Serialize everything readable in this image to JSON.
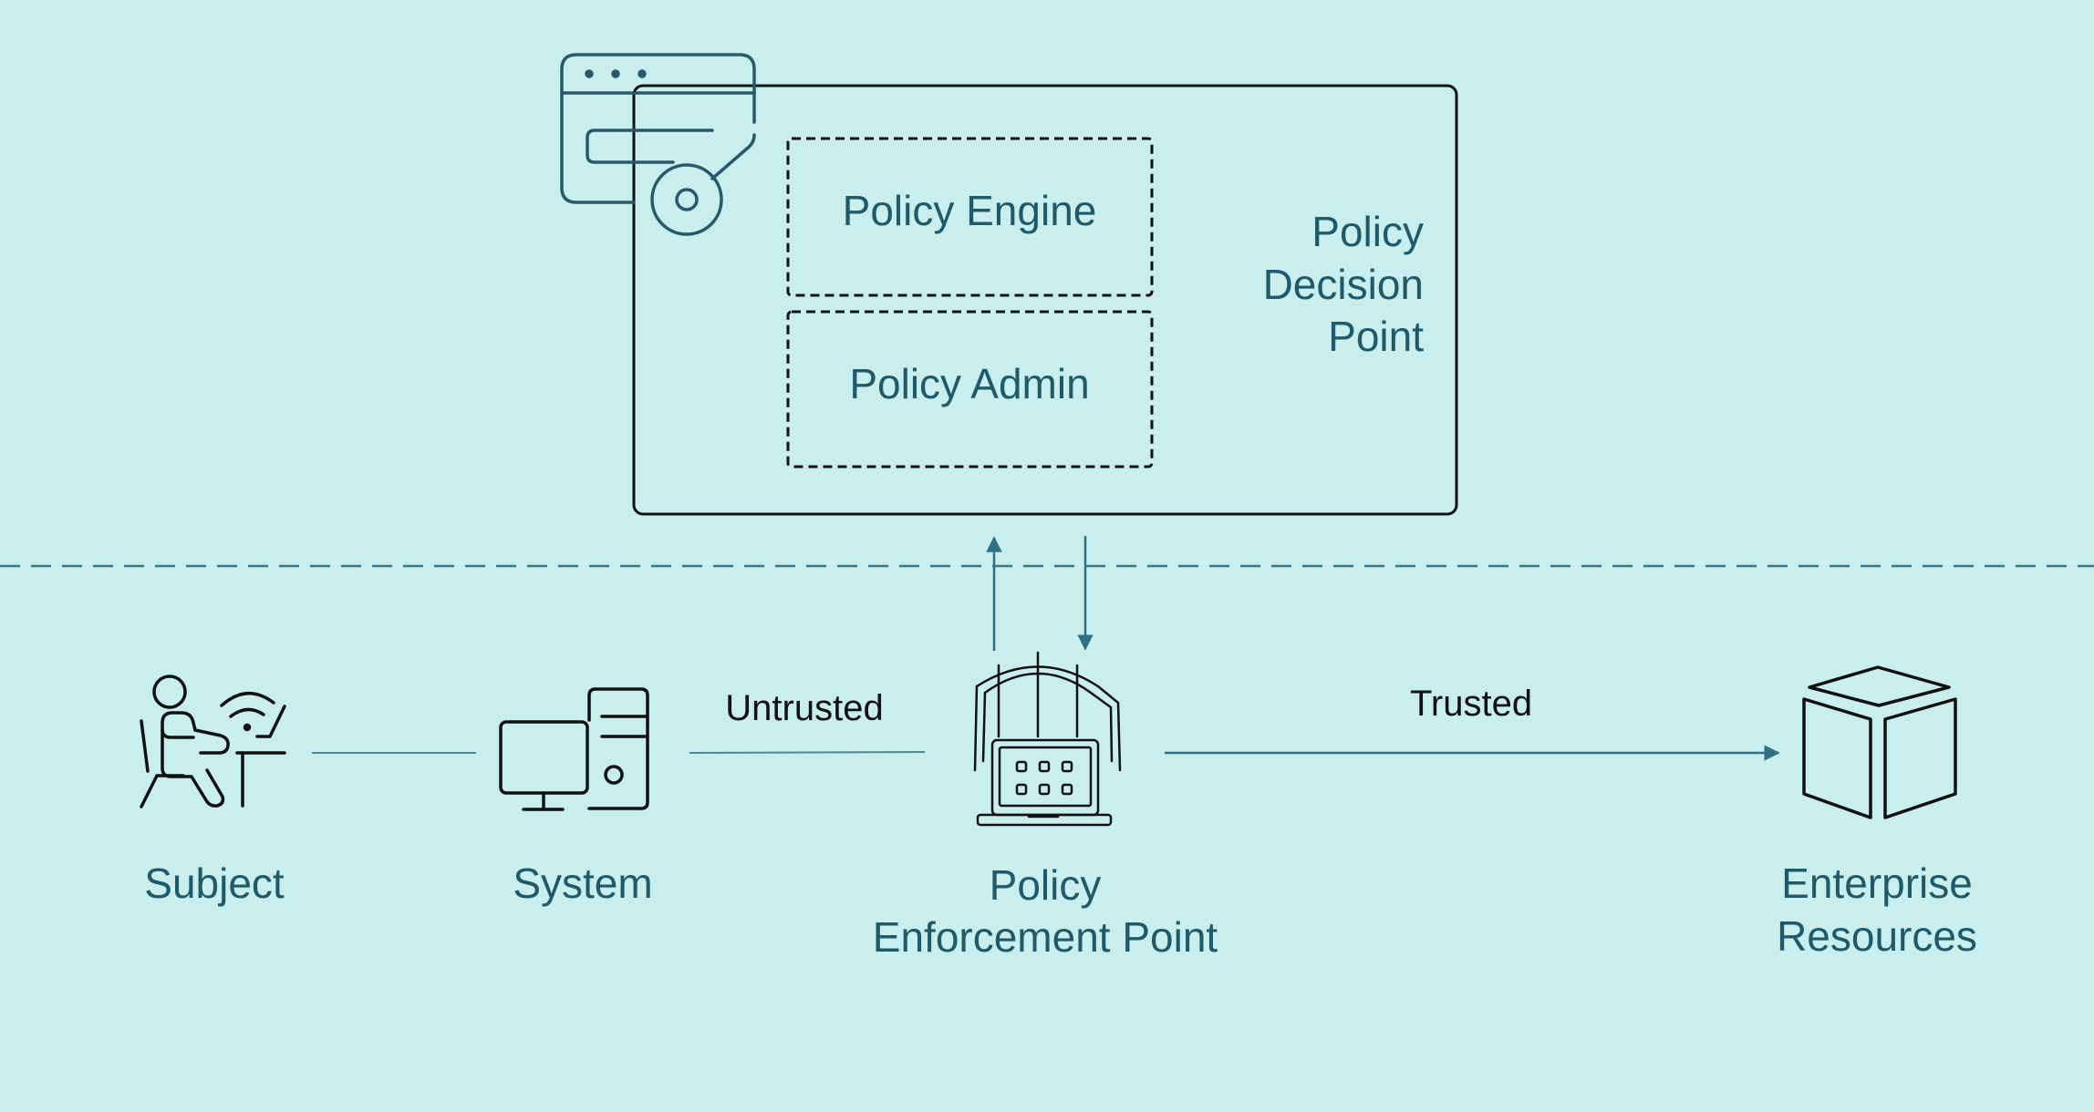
{
  "colors": {
    "background": "#c8eeed",
    "label_text": "#1f5a6a",
    "icon_teal": "#28596a",
    "icon_dark": "#111111",
    "connector": "#4d8896",
    "arrow": "#2f7085"
  },
  "pdp": {
    "title_line1": "Policy",
    "title_line2": "Decision",
    "title_line3": "Point",
    "engine_label": "Policy Engine",
    "admin_label": "Policy Admin",
    "icon": "browser-key-icon"
  },
  "nodes": {
    "subject": {
      "label": "Subject",
      "icon": "person-at-laptop-icon"
    },
    "system": {
      "label": "System",
      "icon": "desktop-computer-icon"
    },
    "pep": {
      "label_line1": "Policy",
      "label_line2": "Enforcement Point",
      "icon": "shielded-laptop-icon"
    },
    "resources": {
      "label_line1": "Enterprise",
      "label_line2": "Resources",
      "icon": "box-icon"
    }
  },
  "connectors": {
    "untrusted_label": "Untrusted",
    "trusted_label": "Trusted"
  }
}
